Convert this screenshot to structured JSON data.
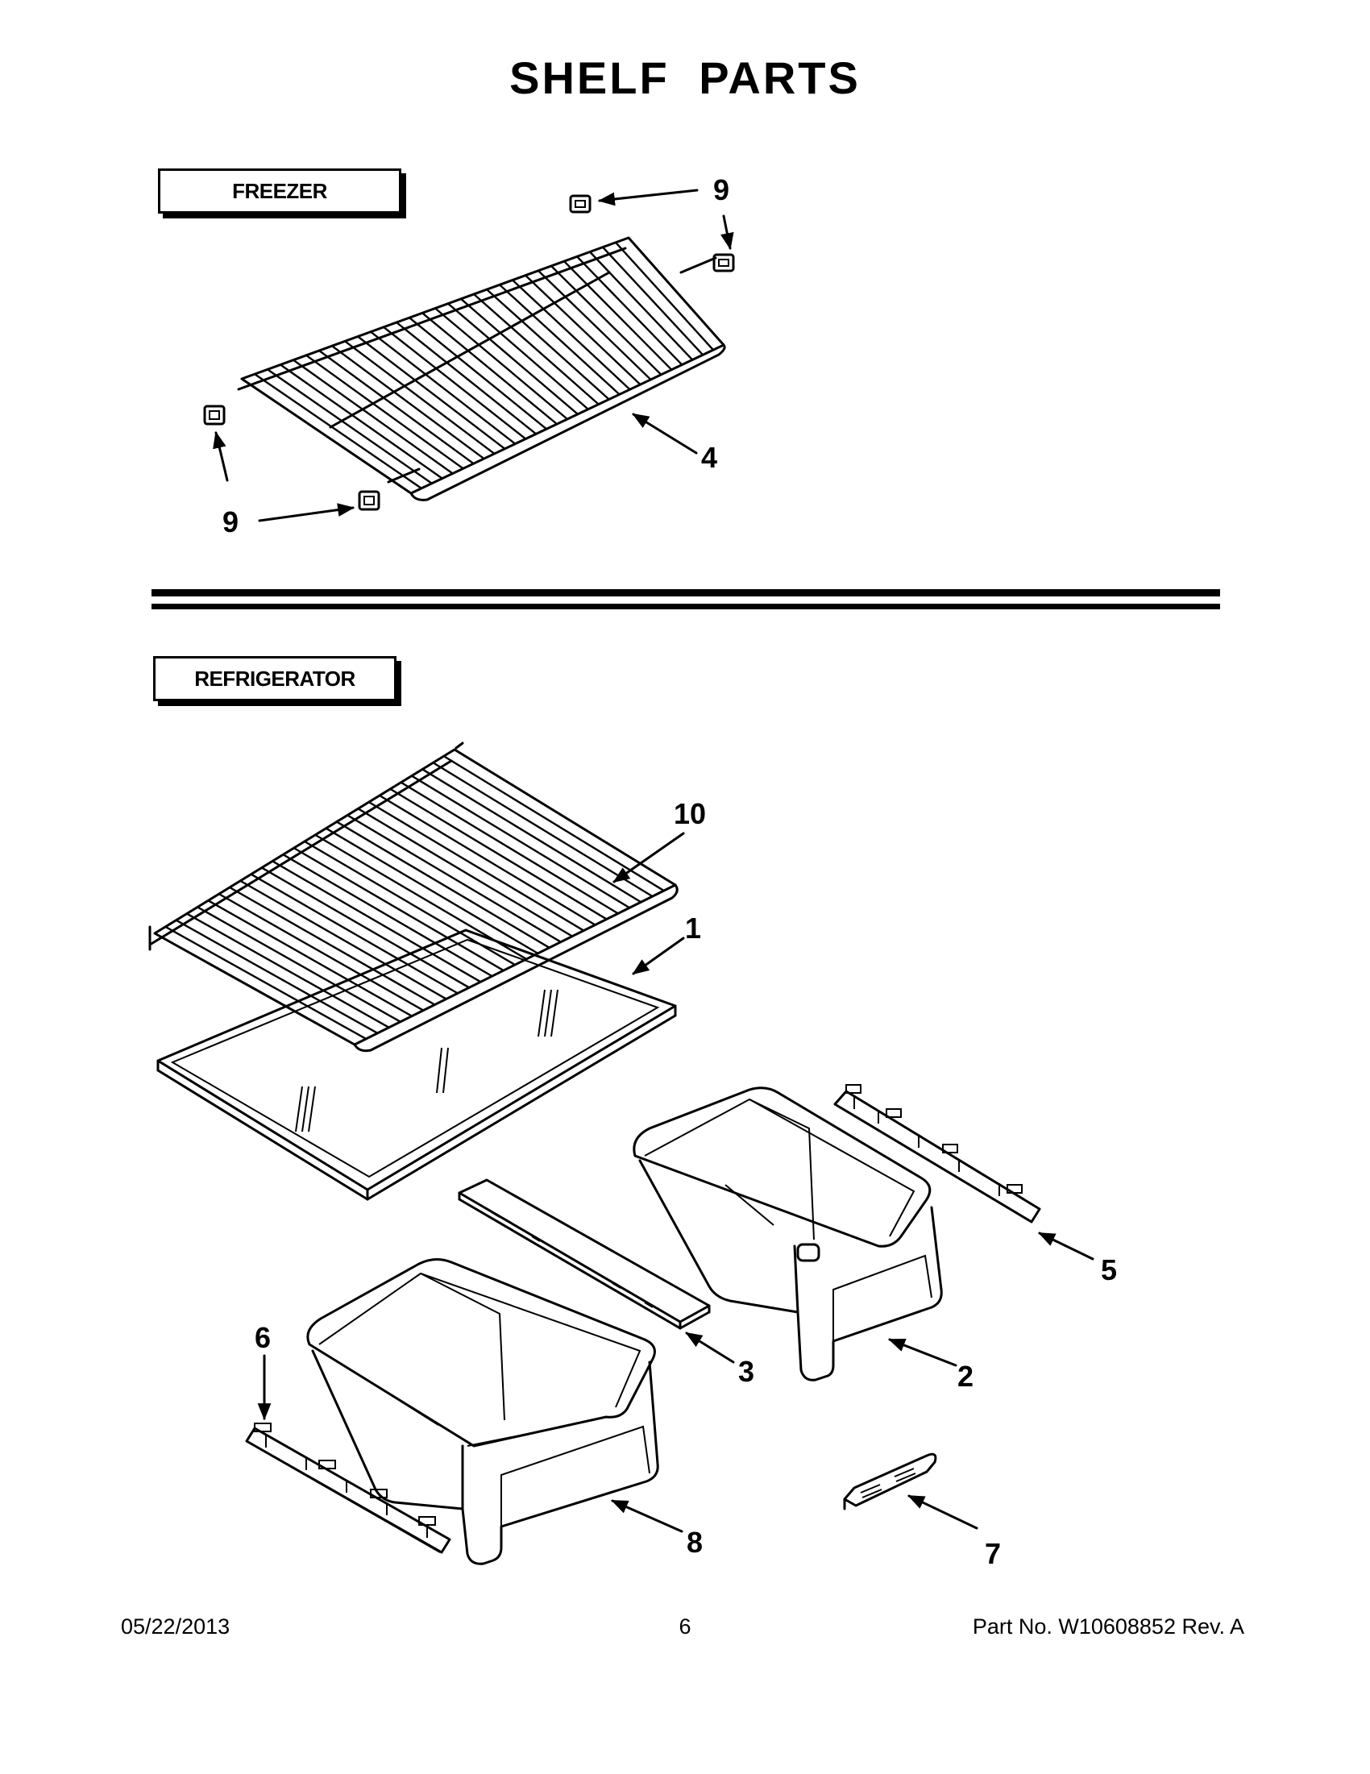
{
  "page_title": "SHELF PARTS",
  "sections": {
    "freezer": "FREEZER",
    "refrigerator": "REFRIGERATOR"
  },
  "callouts": {
    "shelf_support_top": "9",
    "shelf_support_left": "9",
    "freezer_shelf": "4",
    "fridge_wire_shelf": "10",
    "glass_shelf": "1",
    "right_slide": "5",
    "crisper_right": "2",
    "crisper_cover": "3",
    "left_slide": "6",
    "crisper_left": "8",
    "humidity_control": "7"
  },
  "footer": {
    "date": "05/22/2013",
    "page_number": "6",
    "part_number": "Part No.  W10608852  Rev.  A"
  }
}
